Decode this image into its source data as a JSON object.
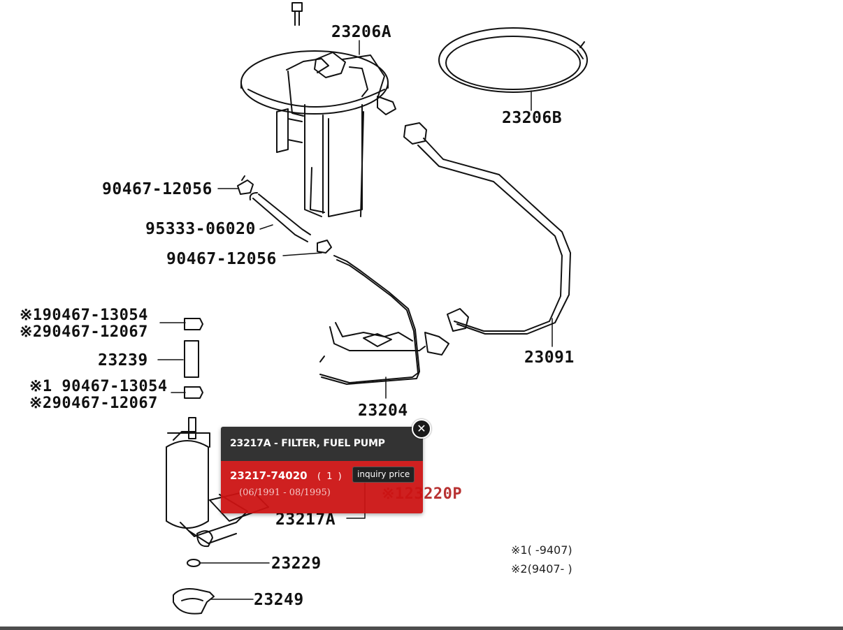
{
  "callouts": {
    "c23206A": "23206A",
    "c23206B": "23206B",
    "c90467_12056_a": "90467-12056",
    "c95333_06020": "95333-06020",
    "c90467_12056_b": "90467-12056",
    "c90467_13054_a": "※190467-13054",
    "c90467_12067_a": "※290467-12067",
    "c23239": "23239",
    "c90467_13054_b": "※1 90467-13054",
    "c90467_12067_b": "※290467-12067",
    "c23204": "23204",
    "c23091": "23091",
    "c23220P": "※123220P",
    "c23217A": "23217A",
    "c23229": "23229",
    "c23249": "23249"
  },
  "legend": {
    "line1": "※1(      -9407)",
    "line2": "※2(9407-       )"
  },
  "popup": {
    "title": "23217A - FILTER, FUEL PUMP",
    "part_number": "23217-74020",
    "quantity": "( 1 )",
    "date_range": "(06/1991 - 08/1995)",
    "inquiry_label": "inquiry price",
    "close_symbol": "✕",
    "colors": {
      "header": "#333333",
      "body": "#cc1212",
      "text": "#ffffff"
    }
  },
  "icons": {
    "close": "close-icon"
  }
}
